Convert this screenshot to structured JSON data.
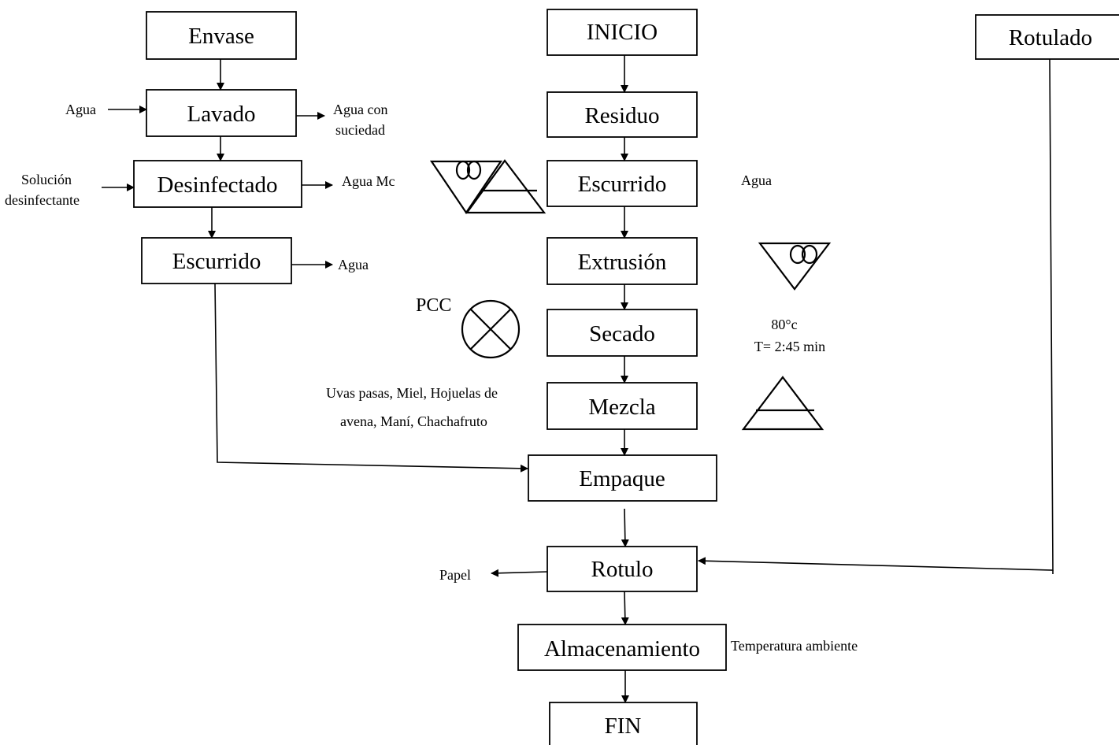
{
  "boxes": {
    "envase": "Envase",
    "lavado": "Lavado",
    "desinfectado": "Desinfectado",
    "escurrido_left": "Escurrido",
    "inicio": "INICIO",
    "residuo": "Residuo",
    "escurrido_center": "Escurrido",
    "extrusion": "Extrusión",
    "secado": "Secado",
    "mezcla": "Mezcla",
    "empaque": "Empaque",
    "rotulo": "Rotulo",
    "almacenamiento": "Almacenamiento",
    "fin": "FIN",
    "rotulado": "Rotulado"
  },
  "labels": {
    "agua_in": "Agua",
    "agua_con_1": "Agua con",
    "agua_con_2": "suciedad",
    "solucion_1": "Solución",
    "solucion_2": "desinfectante",
    "agua_mc": "Agua Mc",
    "agua_escurrido_left": "Agua",
    "agua_escurrido_center": "Agua",
    "pcc": "PCC",
    "temp_1": "80°c",
    "temp_2": "T= 2:45 min",
    "ingredientes_1": "Uvas pasas, Miel, Hojuelas de",
    "ingredientes_2": "avena, Maní, Chachafruto",
    "papel": "Papel",
    "temperatura_ambiente": "Temperatura ambiente"
  }
}
